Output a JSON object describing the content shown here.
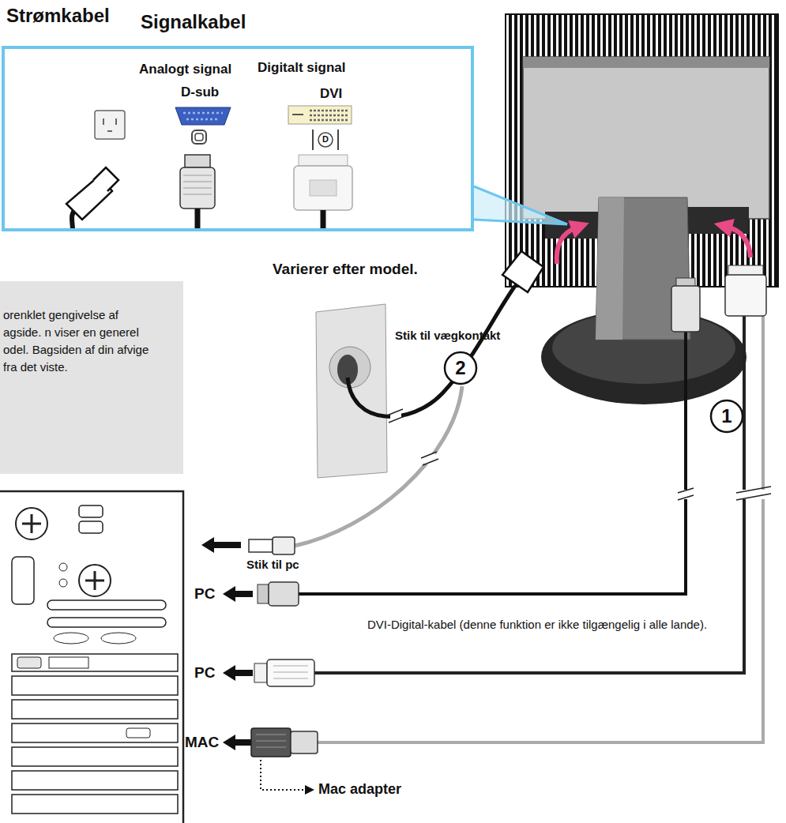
{
  "diagram": {
    "nodes": [
      {
        "text": [
          "Strømkabel",
          "Signalkabel",
          "Analogt signal",
          "Digitalt signal",
          "D-sub",
          "DVI",
          "D"
        ]
      },
      {
        "text": [
          "orenklet gengivelse af agside. n viser en generel odel. Bagsiden af din afvige fra det viste."
        ]
      },
      {
        "text": [
          "2"
        ]
      },
      {
        "text": [
          "1"
        ]
      }
    ],
    "labels": [
      "Varierer efter model.",
      "Stik til vægkontakt",
      "Stik til pc",
      "PC",
      "DVI-Digital-kabel (denne funktion er ikke tilgængelig i alle lande).",
      "PC",
      "MAC",
      "Mac adapter"
    ]
  }
}
